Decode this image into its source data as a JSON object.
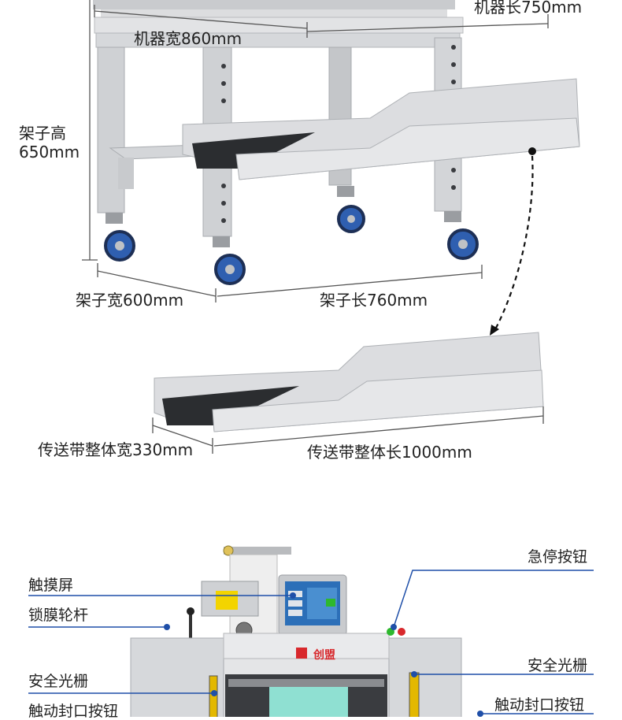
{
  "labels": {
    "machine_length": "机器长750mm",
    "machine_width": "机器宽860mm",
    "stand_height_line1": "架子高",
    "stand_height_line2": "650mm",
    "stand_width": "架子宽600mm",
    "stand_length": "架子长760mm",
    "belt_width": "传送带整体宽330mm",
    "belt_length": "传送带整体长1000mm"
  },
  "callouts": {
    "touch_screen": "触摸屏",
    "film_lock_rod": "锁膜轮杆",
    "safety_curtain_left": "安全光栅",
    "touch_seal_button_left": "触动封口按钮",
    "emergency_stop": "急停按钮",
    "safety_curtain_right": "安全光栅",
    "touch_seal_button_right": "触动封口按钮"
  },
  "brand": {
    "name": "创盟"
  },
  "colors": {
    "machine_gray": "#d9dadc",
    "frame_gray": "#cfd1d4",
    "belt_black": "#2b2d30",
    "wheel_blue": "#2f5fb0",
    "callout_blue": "#1f4fa8",
    "screen_blue": "#2c6fb8",
    "brand_red": "#d8282c"
  }
}
